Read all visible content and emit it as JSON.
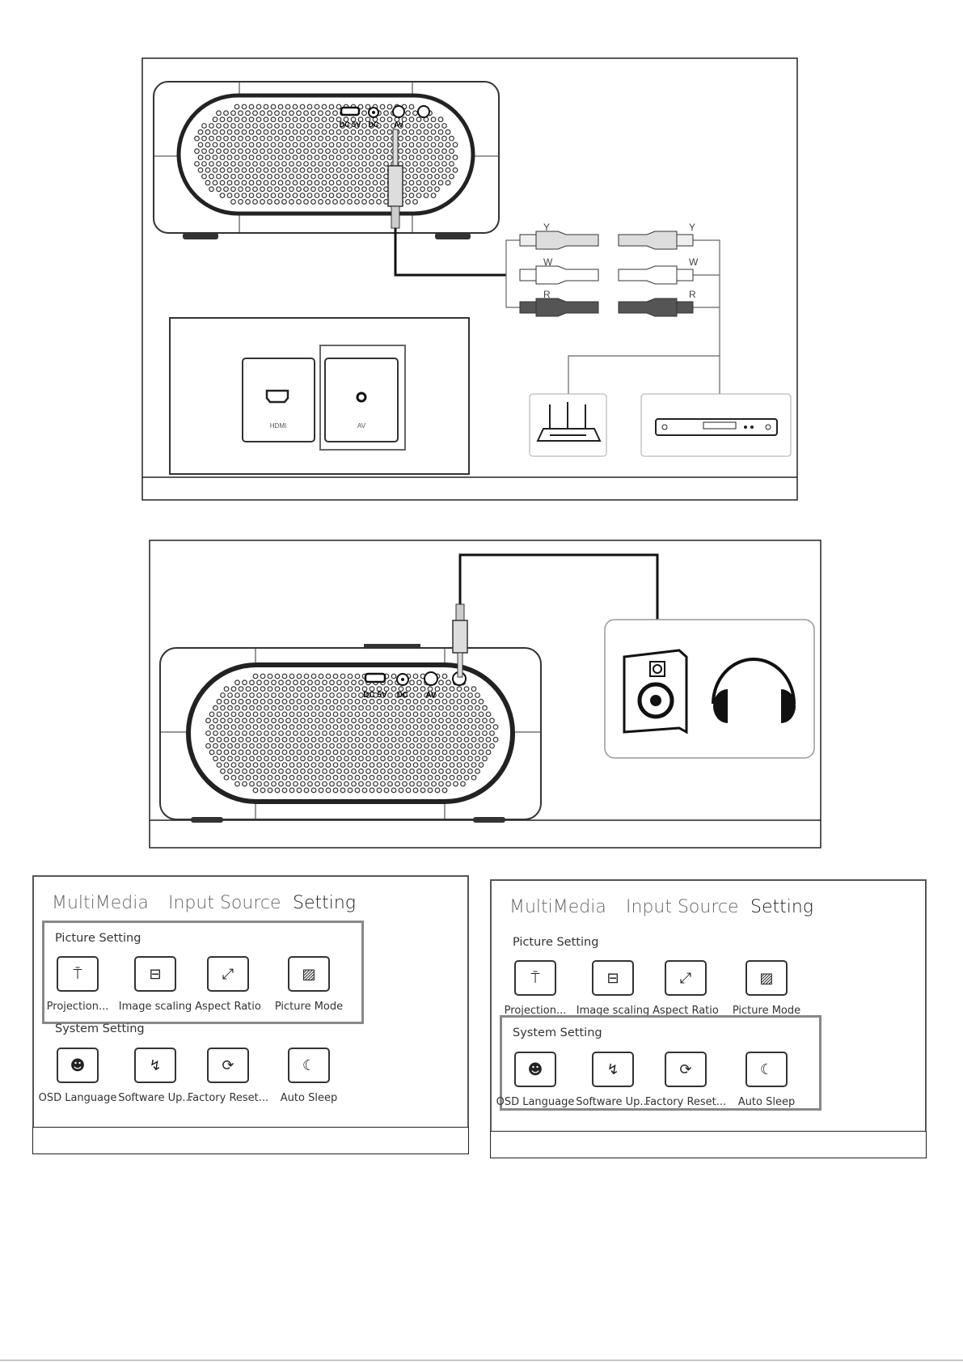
{
  "figure1": {
    "ports": {
      "usb": "DC 5V",
      "dc": "DC",
      "av": "AV"
    },
    "rca_labels": [
      "Y",
      "W",
      "R"
    ],
    "inset_panels": {
      "hdmi": "HDMI",
      "av": "AV"
    }
  },
  "figure2": {
    "ports": {
      "usb": "DC 5V",
      "dc": "DC",
      "av": "AV"
    }
  },
  "menus": [
    {
      "tabs": [
        "MultiMedia",
        "Input Source",
        "Setting"
      ],
      "active_tab": "Setting",
      "highlighted_section": "Picture Setting",
      "sections": [
        {
          "title": "Picture Setting",
          "items": [
            {
              "label": "Projection...",
              "icon": "projection-icon"
            },
            {
              "label": "Image scaling",
              "icon": "image-scaling-icon"
            },
            {
              "label": "Aspect Ratio",
              "icon": "aspect-ratio-icon"
            },
            {
              "label": "Picture Mode",
              "icon": "picture-mode-icon"
            }
          ]
        },
        {
          "title": "System Setting",
          "items": [
            {
              "label": "OSD Language",
              "icon": "language-head-icon"
            },
            {
              "label": "Software Up...",
              "icon": "software-update-icon"
            },
            {
              "label": "Factory Reset...",
              "icon": "factory-reset-icon"
            },
            {
              "label": "Auto Sleep",
              "icon": "moon-sleep-icon"
            }
          ]
        }
      ]
    },
    {
      "tabs": [
        "MultiMedia",
        "Input Source",
        "Setting"
      ],
      "active_tab": "Setting",
      "highlighted_section": "System Setting",
      "sections": [
        {
          "title": "Picture Setting",
          "items": [
            {
              "label": "Projection...",
              "icon": "projection-icon"
            },
            {
              "label": "Image scaling",
              "icon": "image-scaling-icon"
            },
            {
              "label": "Aspect Ratio",
              "icon": "aspect-ratio-icon"
            },
            {
              "label": "Picture Mode",
              "icon": "picture-mode-icon"
            }
          ]
        },
        {
          "title": "System Setting",
          "items": [
            {
              "label": "OSD Language",
              "icon": "language-head-icon"
            },
            {
              "label": "Software Up...",
              "icon": "software-update-icon"
            },
            {
              "label": "Factory Reset...",
              "icon": "factory-reset-icon"
            },
            {
              "label": "Auto Sleep",
              "icon": "moon-sleep-icon"
            }
          ]
        }
      ]
    }
  ]
}
